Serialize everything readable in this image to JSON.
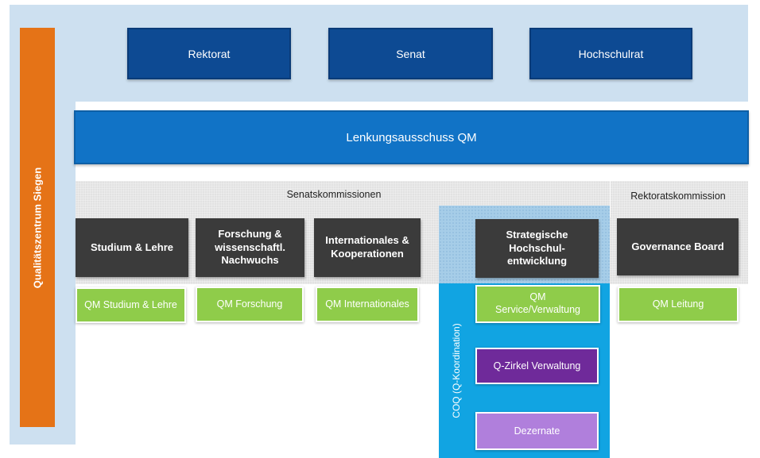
{
  "top": [
    "Rektorat",
    "Senat",
    "Hochschulrat"
  ],
  "steering": "Lenkungsausschuss QM",
  "left_bar": "Qualitätszentrum Siegen",
  "headers": {
    "senate": "Senatskommissionen",
    "rectorate": "Rektoratskommission"
  },
  "commissions": [
    "Studium & Lehre",
    "Forschung & wissenschaftl. Nachwuchs",
    "Internationales & Kooperationen",
    "Strategische Hochschul-entwicklung",
    "Governance Board"
  ],
  "qm_boxes": [
    "QM Studium & Lehre",
    "QM Forschung",
    "QM Internationales",
    "QM Service/Verwaltung",
    "QM Leitung"
  ],
  "coq_label": "COQ (Q-Koordination)",
  "coq_boxes": [
    "Q-Zirkel Verwaltung",
    "Dezernate"
  ]
}
